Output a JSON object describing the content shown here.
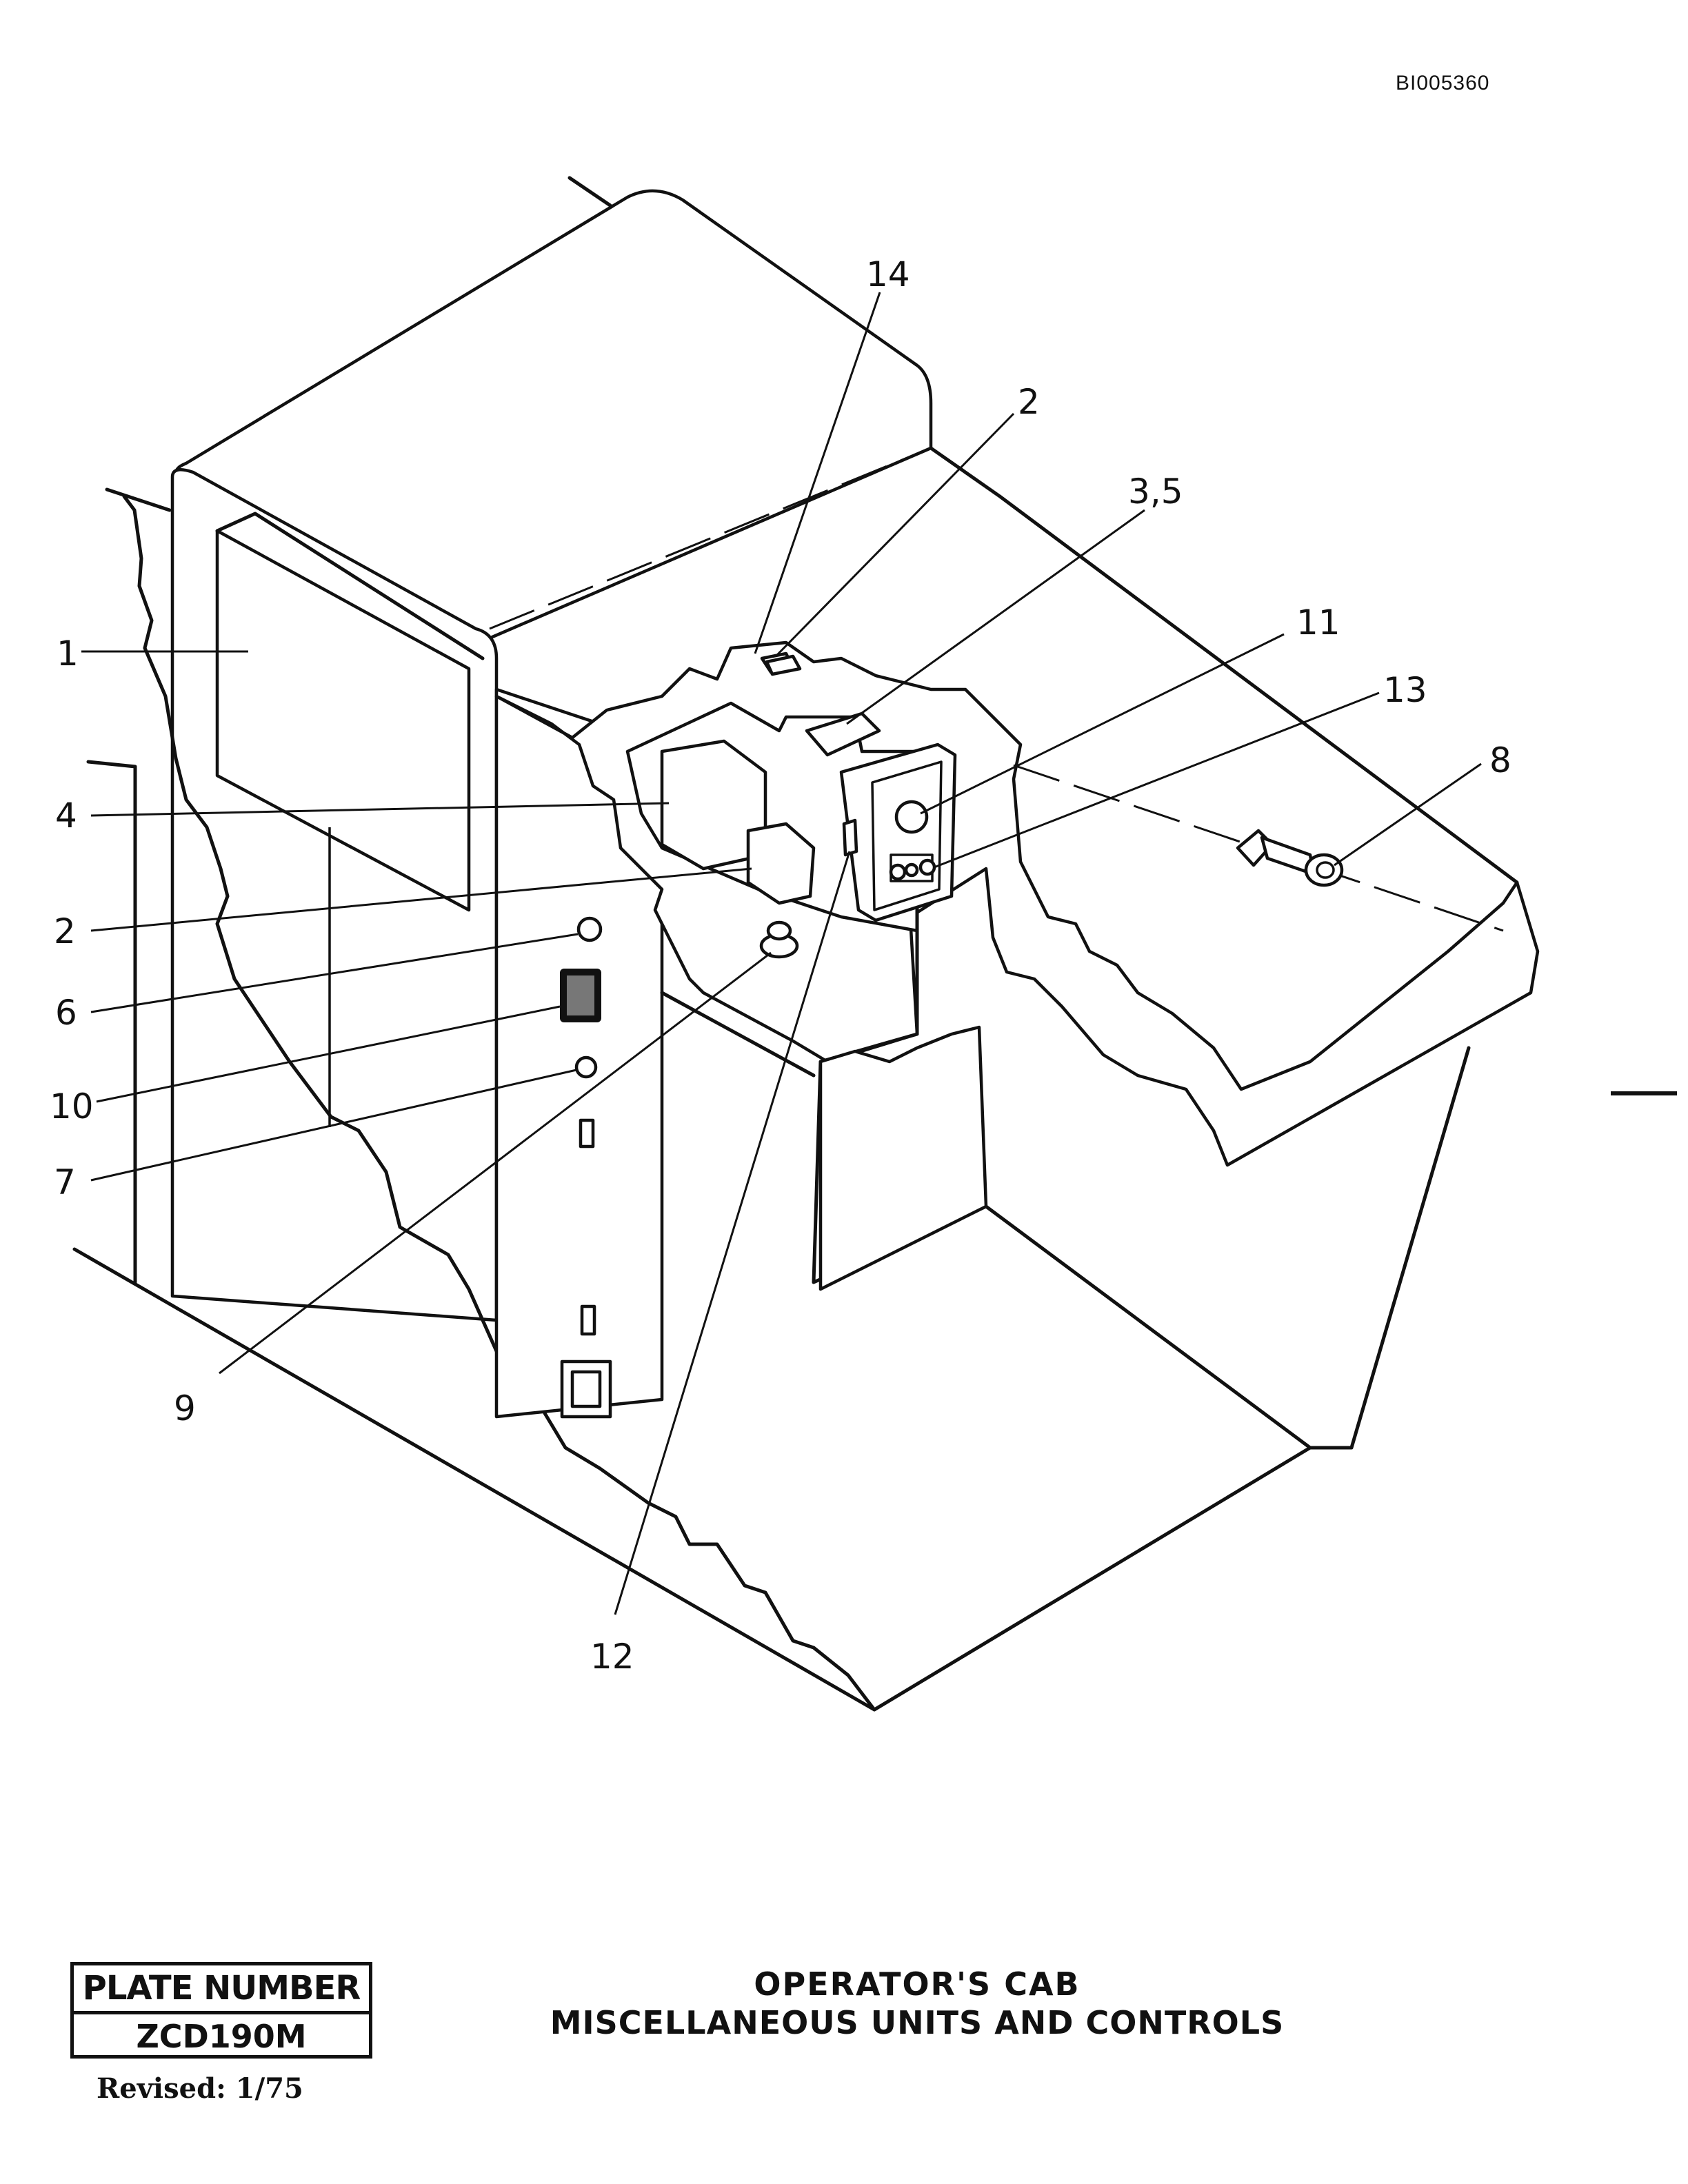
{
  "document": {
    "doc_id": "BI005360",
    "plate_label": "PLATE NUMBER",
    "plate_number": "ZCD190M",
    "revised": "Revised: 1/75",
    "title_line1": "OPERATOR'S CAB",
    "title_line2": "MISCELLANEOUS UNITS AND CONTROLS"
  },
  "callouts": [
    "1",
    "4",
    "2",
    "6",
    "10",
    "7",
    "9",
    "12",
    "14",
    "2",
    "3,5",
    "11",
    "13",
    "8"
  ],
  "colors": {
    "ink": "#111111",
    "paper": "#ffffff"
  }
}
